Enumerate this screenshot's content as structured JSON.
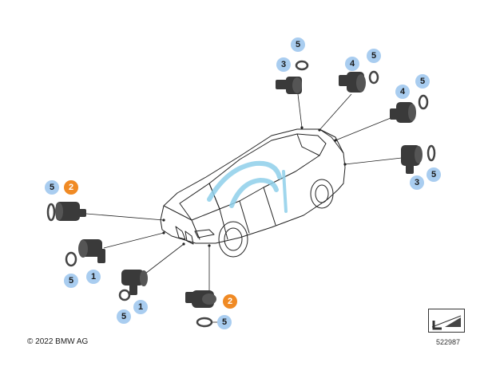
{
  "callouts": {
    "rear_top_5": "5",
    "rear_top_3": "3",
    "rear_mid_4": "4",
    "rear_mid_5": "5",
    "rear_corner_4": "4",
    "rear_corner_5": "5",
    "rear_side_3": "3",
    "rear_side_5": "5",
    "front_side_5": "5",
    "front_side_2": "2",
    "front_left_5": "5",
    "front_left_1": "1",
    "front_center_5": "5",
    "front_center_1": "1",
    "front_bottom_2": "2",
    "front_bottom_5": "5"
  },
  "colors": {
    "callout_blue": "#a9cdf0",
    "callout_orange": "#f08a24",
    "sensor_dark": "#3a3a3a",
    "car_outline": "#222222",
    "logo_swoosh": "#8fd0ea"
  },
  "footer": {
    "copyright": "© 2022 BMW AG",
    "diagram_id": "522987"
  }
}
